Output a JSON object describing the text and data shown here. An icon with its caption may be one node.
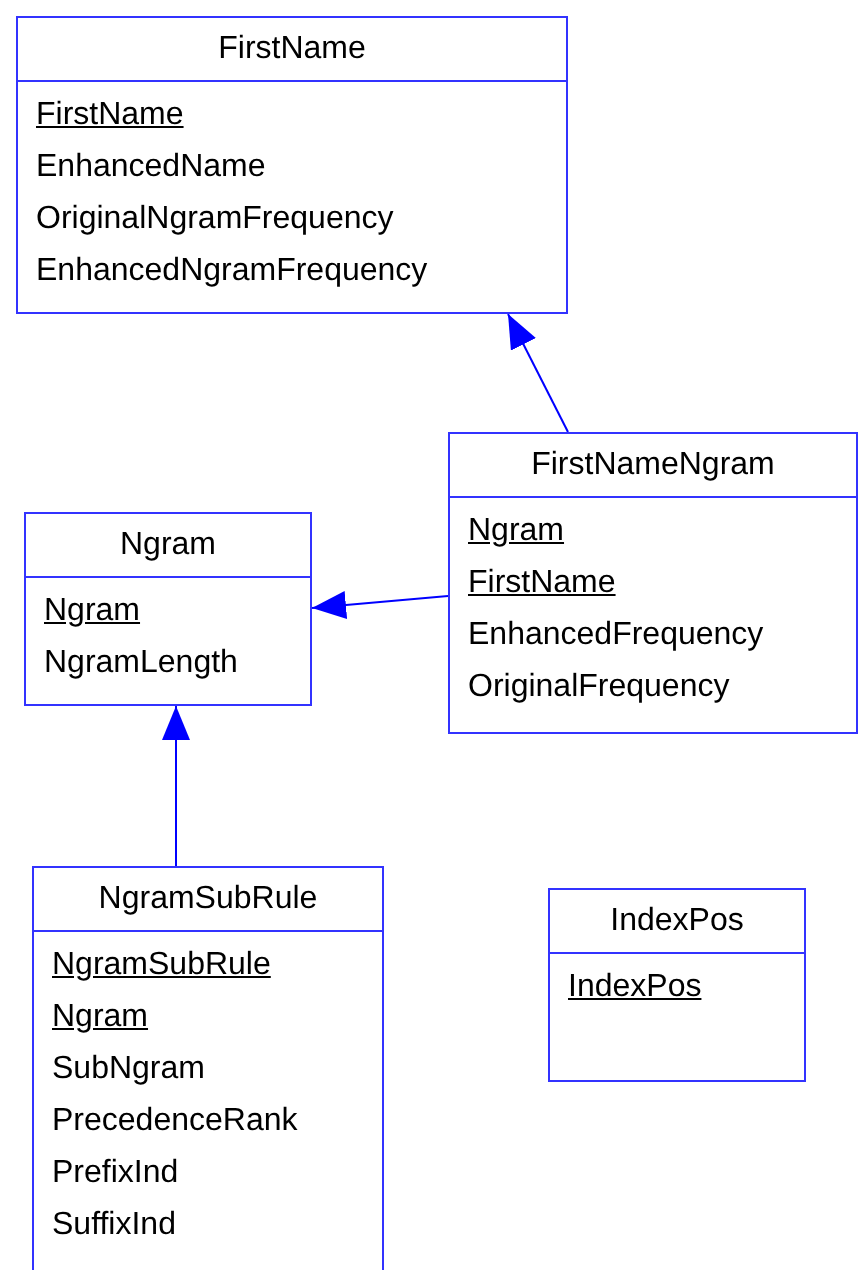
{
  "diagram": {
    "nodes": [
      {
        "text": [
          "FirstName",
          "FirstName",
          "EnhancedName",
          "OriginalNgramFrequency",
          "EnhancedNgramFrequency"
        ]
      },
      {
        "text": [
          "Ngram",
          "Ngram",
          "NgramLength"
        ]
      },
      {
        "text": [
          "FirstNameNgram",
          "Ngram",
          "FirstName",
          "EnhancedFrequency",
          "OriginalFrequency"
        ]
      },
      {
        "text": [
          "NgramSubRule",
          "NgramSubRule",
          "Ngram",
          "SubNgram",
          "PrecedenceRank",
          "PrefixInd",
          "SuffixInd"
        ]
      },
      {
        "text": [
          "IndexPos",
          "IndexPos"
        ]
      }
    ],
    "edges": [
      {
        "from": 2,
        "to": 0,
        "arrow": "to"
      },
      {
        "from": 2,
        "to": 1,
        "arrow": "to"
      },
      {
        "from": 3,
        "to": 1,
        "arrow": "to"
      }
    ]
  }
}
